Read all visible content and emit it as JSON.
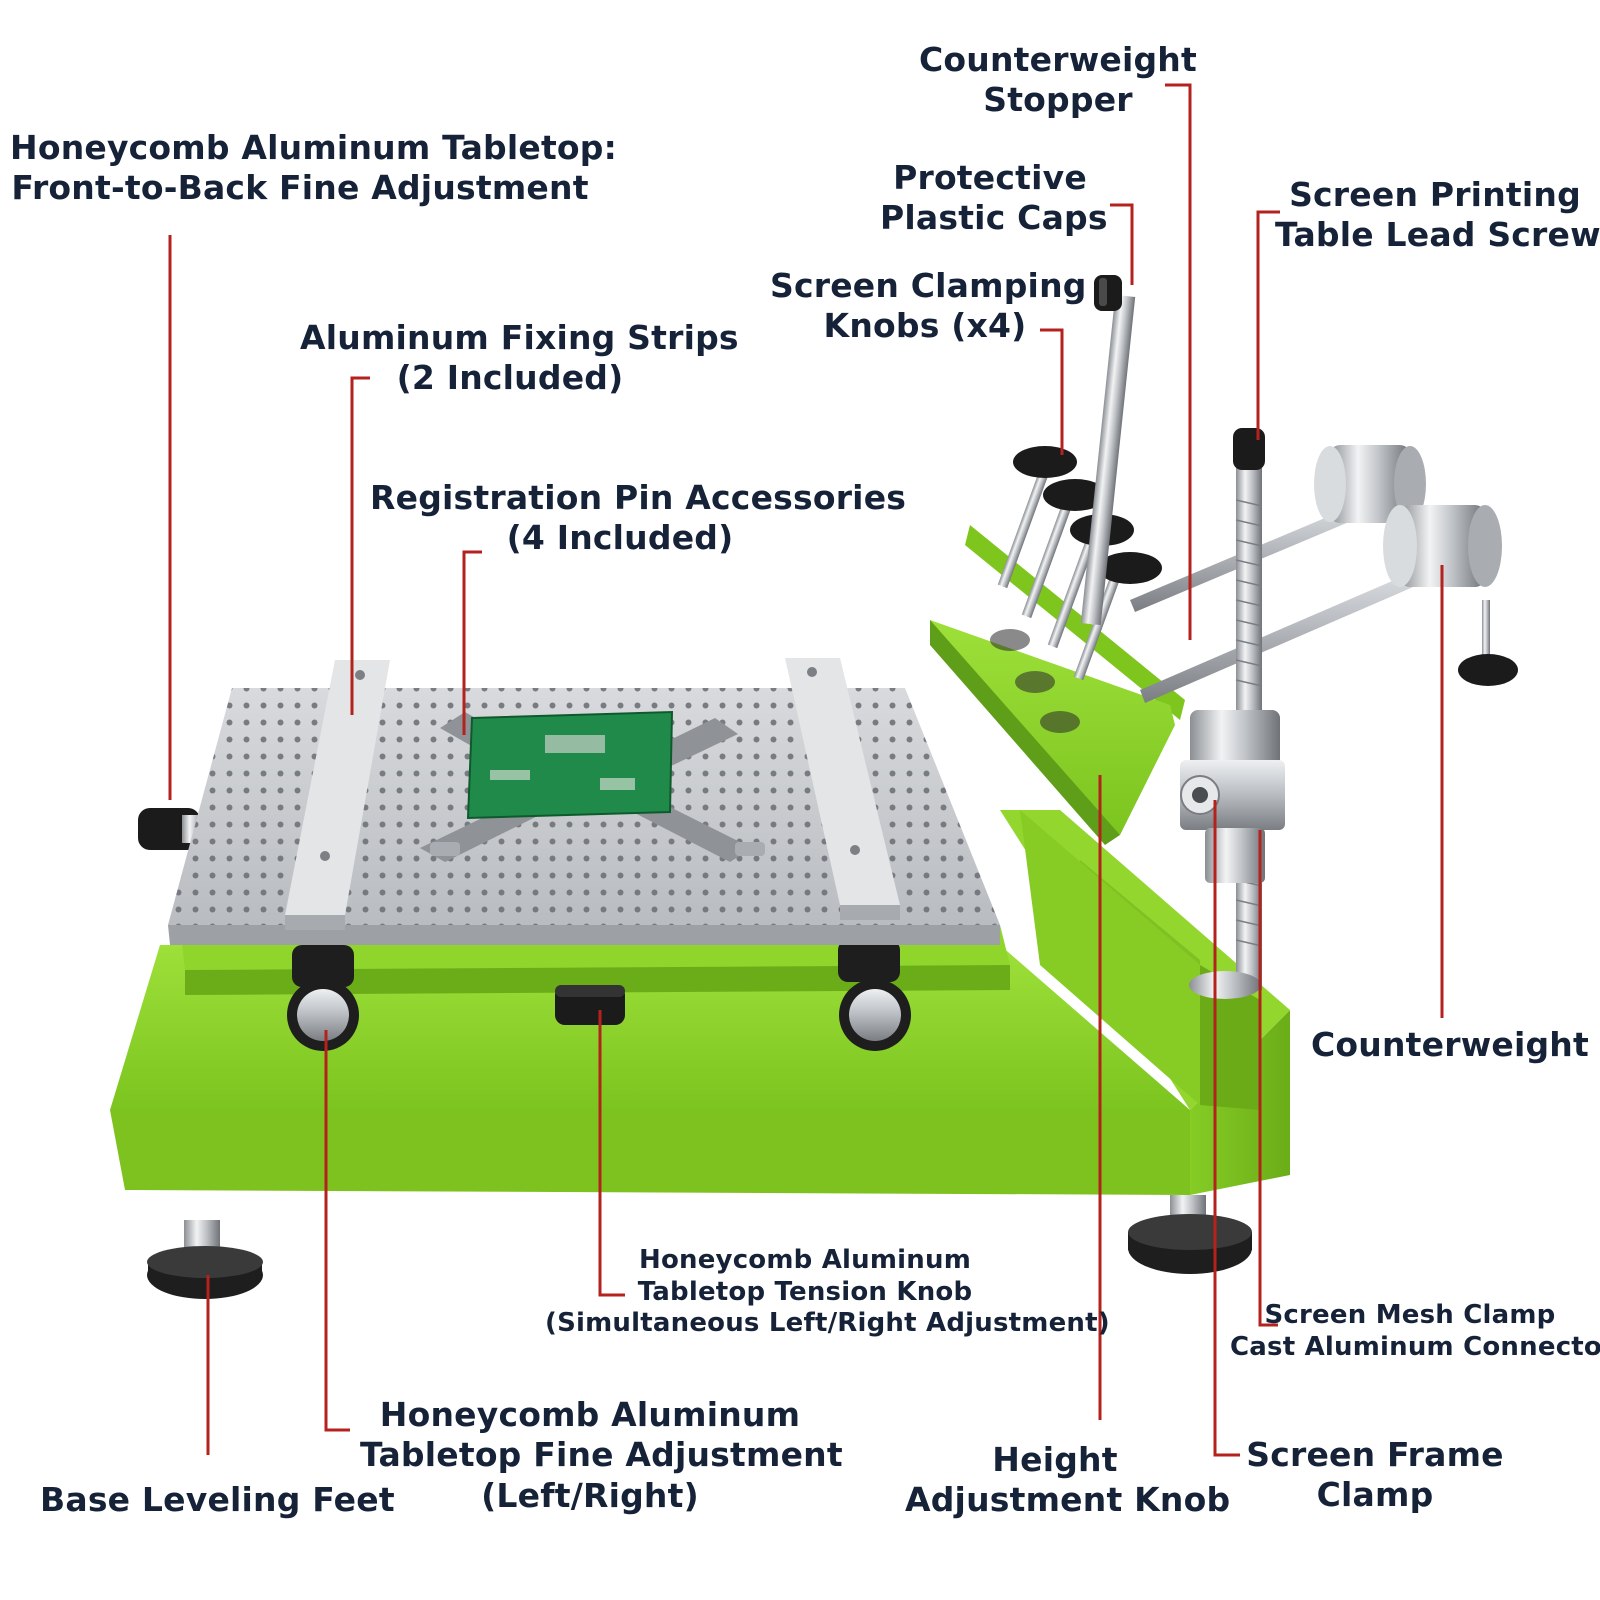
{
  "colors": {
    "leader": "#b3221d",
    "text": "#152238",
    "frame_green": "#8bd22b",
    "frame_green_dark": "#5f9e18",
    "aluminum": "#c9cccf"
  },
  "labels": {
    "counterweight_stopper": {
      "lines": [
        "Counterweight",
        "Stopper"
      ]
    },
    "tabletop_front_back": {
      "lines": [
        "Honeycomb Aluminum Tabletop:",
        "Front-to-Back Fine Adjustment"
      ]
    },
    "protective_caps": {
      "lines": [
        "Protective",
        "Plastic Caps"
      ]
    },
    "lead_screw": {
      "lines": [
        "Screen Printing",
        "Table Lead Screw"
      ]
    },
    "clamping_knobs": {
      "lines": [
        "Screen Clamping",
        "Knobs (x4)"
      ]
    },
    "fixing_strips": {
      "lines": [
        "Aluminum Fixing Strips",
        "(2 Included)"
      ]
    },
    "registration_pins": {
      "lines": [
        "Registration Pin Accessories",
        "(4 Included)"
      ]
    },
    "counterweight": {
      "lines": [
        "Counterweight"
      ]
    },
    "tension_knob": {
      "lines": [
        "Honeycomb Aluminum",
        "Tabletop Tension Knob",
        "(Simultaneous Left/Right Adjustment)"
      ]
    },
    "mesh_clamp_connector": {
      "lines": [
        "Screen Mesh Clamp",
        "Cast Aluminum Connector"
      ]
    },
    "fine_adjust_lr": {
      "lines": [
        "Honeycomb Aluminum",
        "Tabletop Fine Adjustment",
        "(Left/Right)"
      ]
    },
    "height_knob": {
      "lines": [
        "Height",
        "Adjustment Knob"
      ]
    },
    "frame_clamp": {
      "lines": [
        "Screen Frame",
        "Clamp"
      ]
    },
    "leveling_feet": {
      "lines": [
        "Base Leveling Feet"
      ]
    }
  }
}
